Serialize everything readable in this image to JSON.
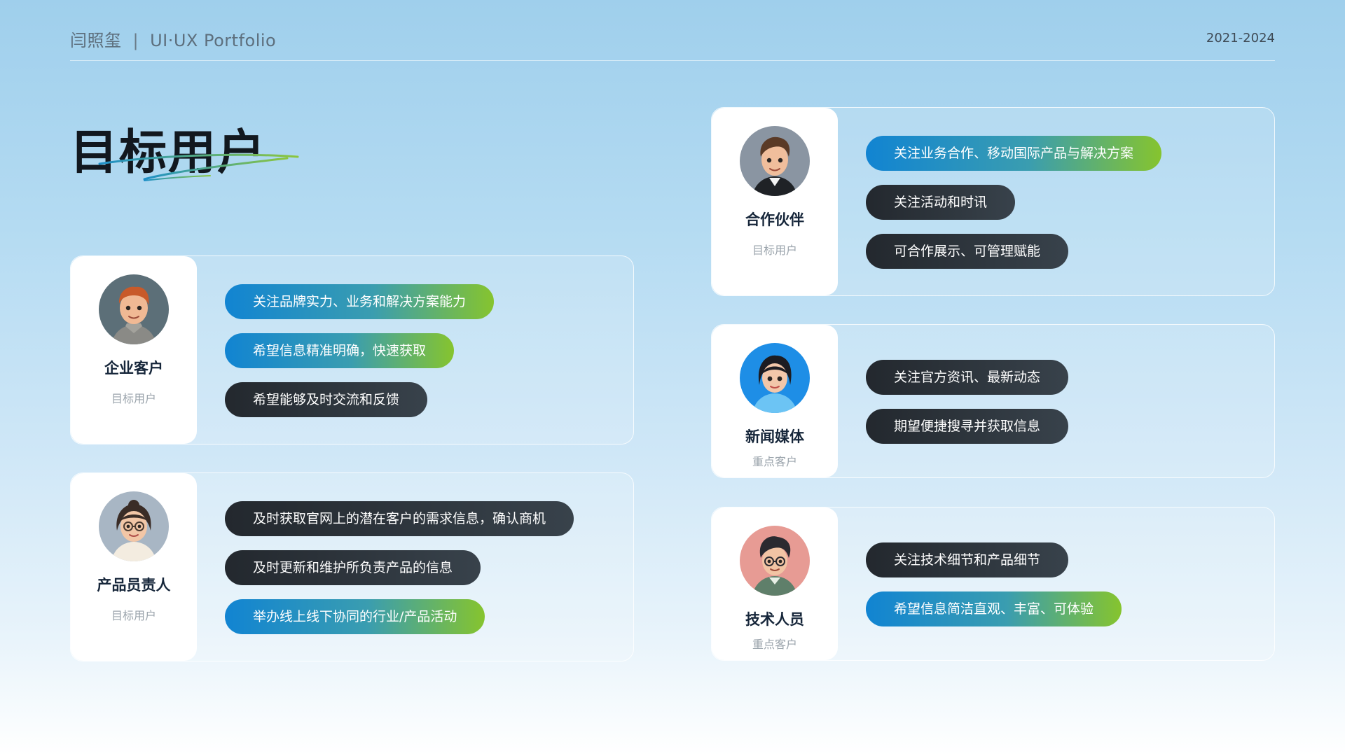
{
  "header": {
    "author": "闫照玺",
    "separator": "|",
    "portfolio": "UI·UX Portfolio",
    "years": "2021-2024"
  },
  "page": {
    "title": "目标用户"
  },
  "colors": {
    "gradient_start": "#1184d2",
    "gradient_end": "#86c42e",
    "dark_pill": "#2a3038",
    "card_white": "#ffffff",
    "name_navy": "#16263a"
  },
  "personas": [
    {
      "name": "企业客户",
      "tag": "目标用户",
      "avatar_icon": "cartoon-man-red-hair-avatar",
      "needs": [
        {
          "text": "关注品牌实力、业务和解决方案能力",
          "style": "gradient"
        },
        {
          "text": "希望信息精准明确，快速获取",
          "style": "gradient"
        },
        {
          "text": "希望能够及时交流和反馈",
          "style": "dark"
        }
      ]
    },
    {
      "name": "产品员责人",
      "tag": "目标用户",
      "avatar_icon": "cartoon-woman-glasses-avatar",
      "needs": [
        {
          "text": "及时获取官网上的潜在客户的需求信息，确认商机",
          "style": "dark"
        },
        {
          "text": "及时更新和维护所负责产品的信息",
          "style": "dark"
        },
        {
          "text": "举办线上线下协同的行业/产品活动",
          "style": "gradient"
        }
      ]
    },
    {
      "name": "合作伙伴",
      "tag": "目标用户",
      "avatar_icon": "cartoon-man-brown-hair-avatar",
      "needs": [
        {
          "text": "关注业务合作、移动国际产品与解决方案",
          "style": "gradient"
        },
        {
          "text": "关注活动和时讯",
          "style": "dark"
        },
        {
          "text": "可合作展示、可管理赋能",
          "style": "dark"
        }
      ]
    },
    {
      "name": "新闻媒体",
      "tag": "重点客户",
      "avatar_icon": "cartoon-woman-blue-avatar",
      "needs": [
        {
          "text": "关注官方资讯、最新动态",
          "style": "dark"
        },
        {
          "text": "期望便捷搜寻并获取信息",
          "style": "dark"
        }
      ]
    },
    {
      "name": "技术人员",
      "tag": "重点客户",
      "avatar_icon": "cartoon-man-glasses-avatar",
      "needs": [
        {
          "text": "关注技术细节和产品细节",
          "style": "dark"
        },
        {
          "text": "希望信息简洁直观、丰富、可体验",
          "style": "gradient"
        }
      ]
    }
  ]
}
